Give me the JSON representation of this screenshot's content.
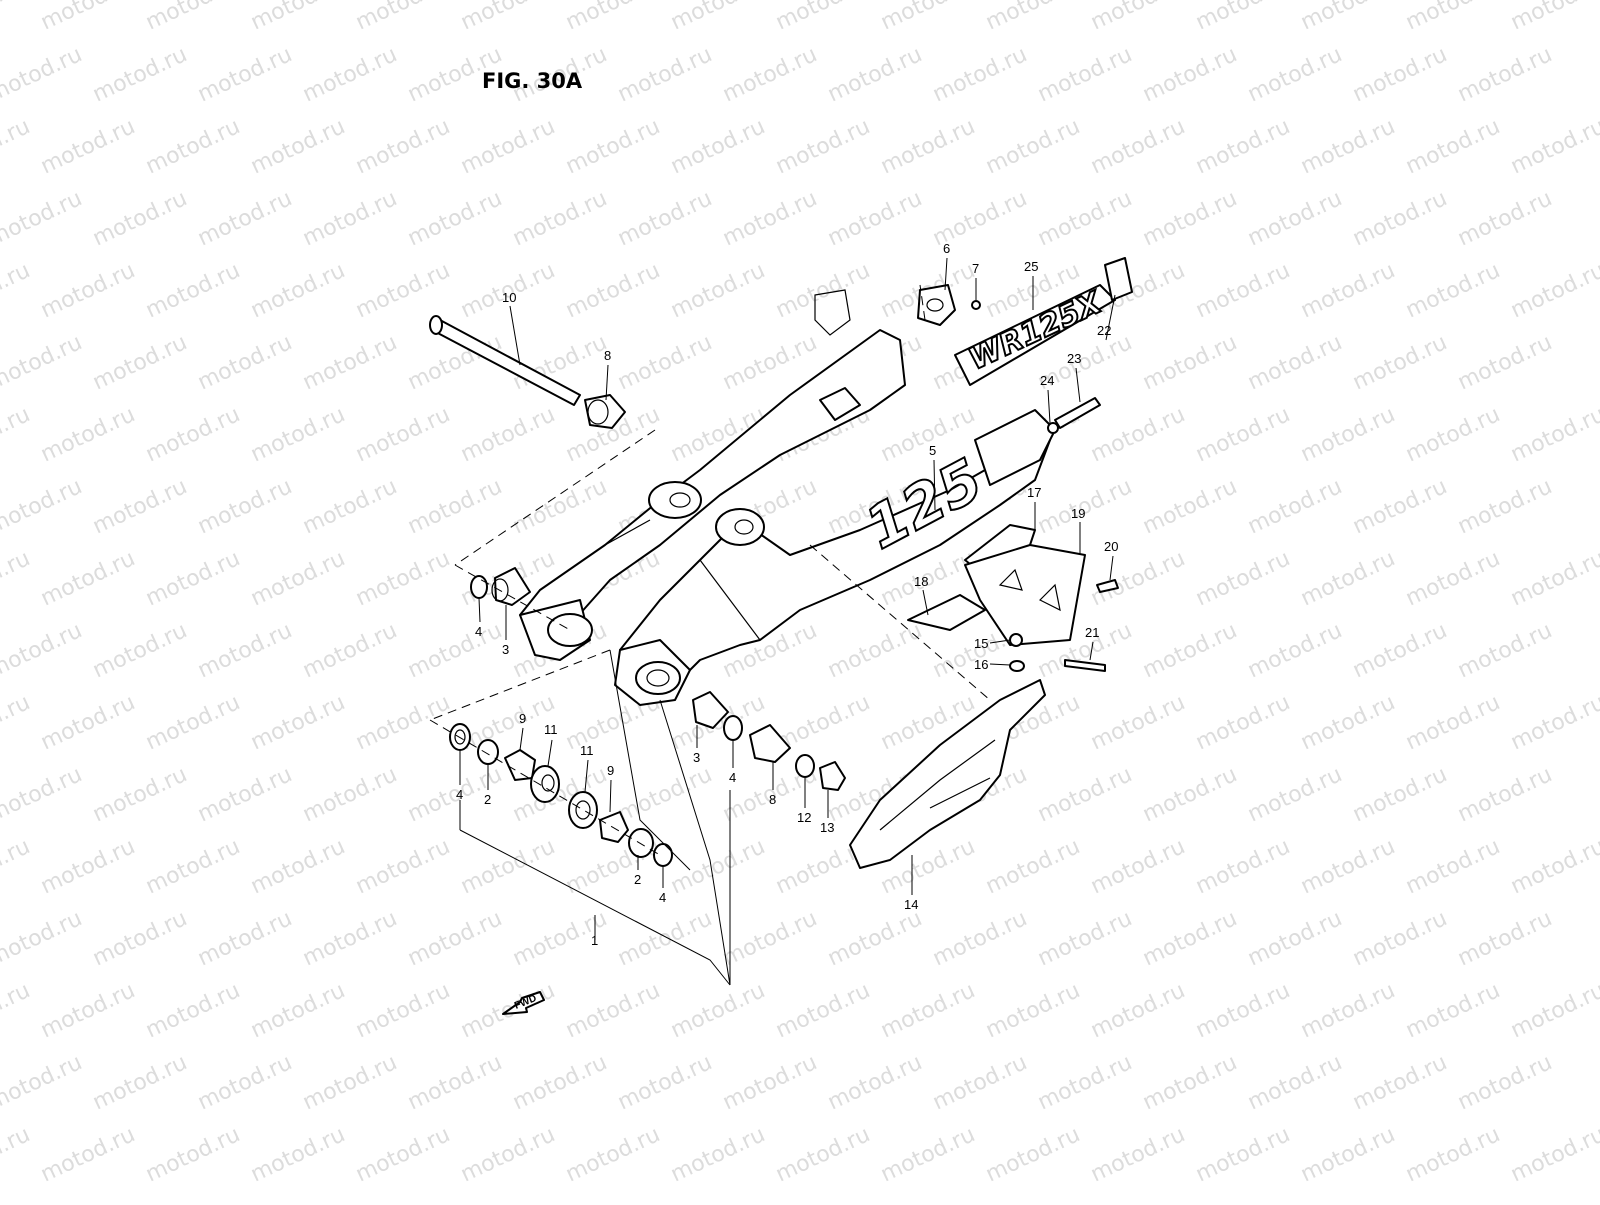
{
  "figure": {
    "title": "FIG. 30A",
    "watermark": "motod.ru",
    "fwd_label": "FWD",
    "decal_swingarm": "125",
    "decal_cover": "WR125X"
  },
  "callouts": [
    {
      "id": "c1",
      "label": "1"
    },
    {
      "id": "c2a",
      "label": "2"
    },
    {
      "id": "c2b",
      "label": "2"
    },
    {
      "id": "c3a",
      "label": "3"
    },
    {
      "id": "c3b",
      "label": "3"
    },
    {
      "id": "c4a",
      "label": "4"
    },
    {
      "id": "c4b",
      "label": "4"
    },
    {
      "id": "c4c",
      "label": "4"
    },
    {
      "id": "c4d",
      "label": "4"
    },
    {
      "id": "c5",
      "label": "5"
    },
    {
      "id": "c6",
      "label": "6"
    },
    {
      "id": "c7",
      "label": "7"
    },
    {
      "id": "c8a",
      "label": "8"
    },
    {
      "id": "c8b",
      "label": "8"
    },
    {
      "id": "c9a",
      "label": "9"
    },
    {
      "id": "c9b",
      "label": "9"
    },
    {
      "id": "c10",
      "label": "10"
    },
    {
      "id": "c11a",
      "label": "11"
    },
    {
      "id": "c11b",
      "label": "11"
    },
    {
      "id": "c12",
      "label": "12"
    },
    {
      "id": "c13",
      "label": "13"
    },
    {
      "id": "c14",
      "label": "14"
    },
    {
      "id": "c15",
      "label": "15"
    },
    {
      "id": "c16",
      "label": "16"
    },
    {
      "id": "c17",
      "label": "17"
    },
    {
      "id": "c18",
      "label": "18"
    },
    {
      "id": "c19",
      "label": "19"
    },
    {
      "id": "c20",
      "label": "20"
    },
    {
      "id": "c21",
      "label": "21"
    },
    {
      "id": "c22",
      "label": "22"
    },
    {
      "id": "c23",
      "label": "23"
    },
    {
      "id": "c24",
      "label": "24"
    },
    {
      "id": "c25",
      "label": "25"
    }
  ]
}
